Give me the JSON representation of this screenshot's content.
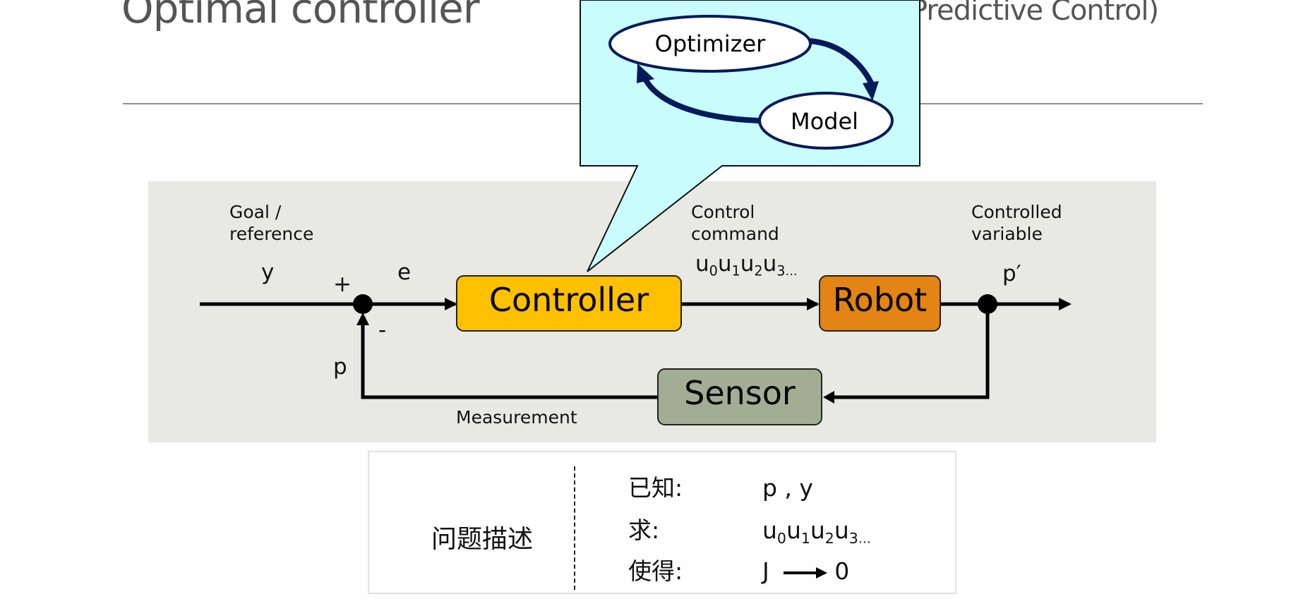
{
  "slide": {
    "title_left": "Optimal controller",
    "title_right": "Predictive Control)"
  },
  "callout": {
    "optimizer_label": "Optimizer",
    "model_label": "Model",
    "fill_color": "#c9fdfd",
    "arrow_color": "#001a5a"
  },
  "diagram": {
    "goal_label_line1": "Goal /",
    "goal_label_line2": "reference",
    "y_label": "y",
    "plus_sign": "+",
    "minus_sign": "-",
    "e_label": "e",
    "p_label": "p",
    "control_command_line1": "Control",
    "control_command_line2": "command",
    "u_sequence": {
      "base": "u",
      "subs": [
        "0",
        "1",
        "2",
        "3"
      ],
      "ellipsis": "…"
    },
    "controlled_variable_line1": "Controlled",
    "controlled_variable_line2": "variable",
    "p_prime_label": "p′",
    "measurement_label": "Measurement",
    "blocks": {
      "controller": {
        "label": "Controller",
        "color": "#ffc000"
      },
      "robot": {
        "label": "Robot",
        "color": "#e38414"
      },
      "sensor": {
        "label": "Sensor",
        "color": "#a1ae93"
      }
    }
  },
  "problem": {
    "heading": "问题描述",
    "rows": [
      {
        "key": "已知:",
        "value": "p , y"
      },
      {
        "key": "求:",
        "value_base": "u",
        "value_subs": [
          "0",
          "1",
          "2",
          "3"
        ],
        "value_ellipsis": "…"
      },
      {
        "key": "使得:",
        "value_left": "J",
        "value_right": "0"
      }
    ]
  }
}
